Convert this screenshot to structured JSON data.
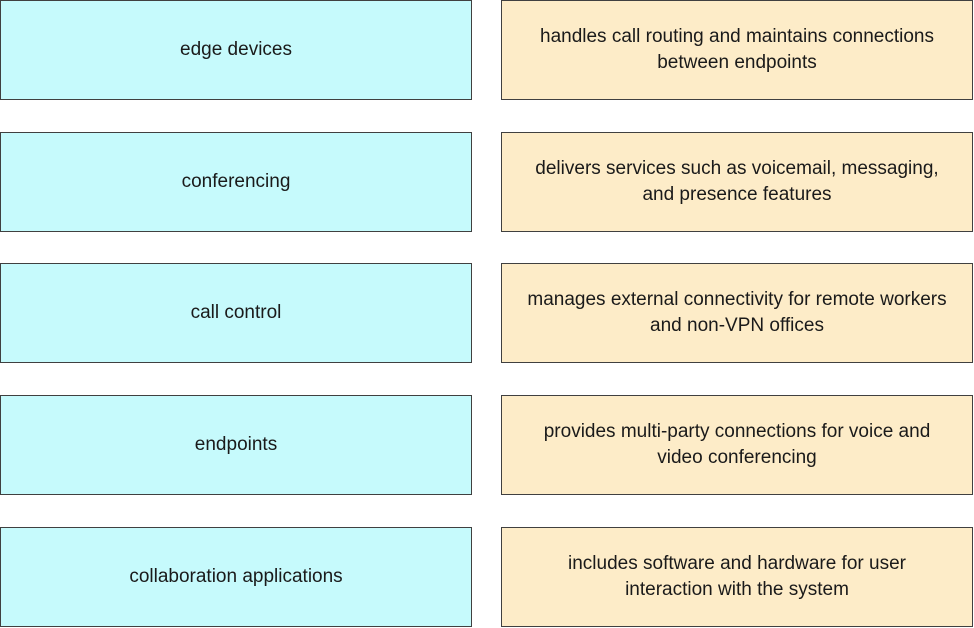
{
  "terms": [
    "edge devices",
    "conferencing",
    "call control",
    "endpoints",
    "collaboration applications"
  ],
  "descriptions": [
    "handles call routing and maintains connections between endpoints",
    "delivers services such as voicemail, messaging, and presence features",
    "manages external connectivity for remote workers and non-VPN offices",
    "provides multi-party connections for voice and video conferencing",
    "includes software and hardware for user interaction with the system"
  ],
  "colors": {
    "term_box": "#c6fafc",
    "description_box": "#fdecc8",
    "border": "#404040"
  }
}
